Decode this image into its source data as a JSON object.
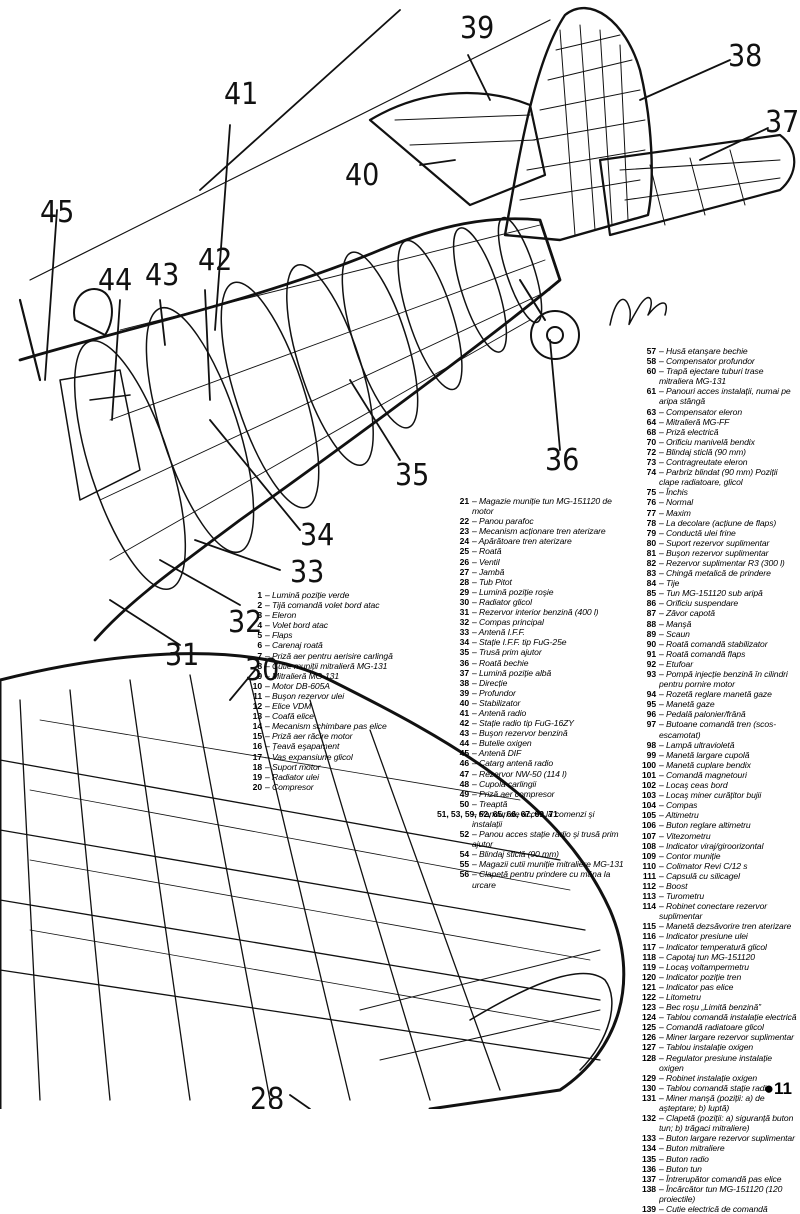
{
  "callouts": [
    {
      "id": "28",
      "text": "28"
    },
    {
      "id": "30",
      "text": "30"
    },
    {
      "id": "31",
      "text": "31"
    },
    {
      "id": "32",
      "text": "32"
    },
    {
      "id": "33",
      "text": "33"
    },
    {
      "id": "34",
      "text": "34"
    },
    {
      "id": "35",
      "text": "35"
    },
    {
      "id": "36",
      "text": "36"
    },
    {
      "id": "37",
      "text": "37"
    },
    {
      "id": "38",
      "text": "38"
    },
    {
      "id": "39",
      "text": "39"
    },
    {
      "id": "40",
      "text": "40"
    },
    {
      "id": "41",
      "text": "41"
    },
    {
      "id": "42",
      "text": "42"
    },
    {
      "id": "43",
      "text": "43"
    },
    {
      "id": "44",
      "text": "44"
    },
    {
      "id": "45",
      "text": "45"
    }
  ],
  "legend": {
    "col1": [
      {
        "n": "1",
        "t": "Lumină poziție verde"
      },
      {
        "n": "2",
        "t": "Tijă comandă volet bord atac"
      },
      {
        "n": "3",
        "t": "Eleron"
      },
      {
        "n": "4",
        "t": "Volet bord atac"
      },
      {
        "n": "5",
        "t": "Flaps"
      },
      {
        "n": "6",
        "t": "Carenaj roată"
      },
      {
        "n": "7",
        "t": "Priză aer pentru aerisire carlingă"
      },
      {
        "n": "8",
        "t": "Cutie muniții mitralieră MG-131"
      },
      {
        "n": "9",
        "t": "Mitralieră MG-131"
      },
      {
        "n": "10",
        "t": "Motor DB-605A"
      },
      {
        "n": "11",
        "t": "Buşon rezervor ulei"
      },
      {
        "n": "12",
        "t": "Elice VDM"
      },
      {
        "n": "13",
        "t": "Coafă elice"
      },
      {
        "n": "14",
        "t": "Mecanism schimbare pas elice"
      },
      {
        "n": "15",
        "t": "Priză aer răcire motor"
      },
      {
        "n": "16",
        "t": "Țeavă eşapament"
      },
      {
        "n": "17",
        "t": "Vas expansiune glicol"
      },
      {
        "n": "18",
        "t": "Suport motor"
      },
      {
        "n": "19",
        "t": "Radiator ulei"
      },
      {
        "n": "20",
        "t": "Compresor"
      }
    ],
    "col2": [
      {
        "n": "21",
        "t": "Magazie muniție tun MG-151120 de motor"
      },
      {
        "n": "22",
        "t": "Panou parafoc"
      },
      {
        "n": "23",
        "t": "Mecanism acționare tren aterizare"
      },
      {
        "n": "24",
        "t": "Apărătoare tren aterizare"
      },
      {
        "n": "25",
        "t": "Roată"
      },
      {
        "n": "26",
        "t": "Ventil"
      },
      {
        "n": "27",
        "t": "Jambă"
      },
      {
        "n": "28",
        "t": "Tub Pitot"
      },
      {
        "n": "29",
        "t": "Lumină poziție roşie"
      },
      {
        "n": "30",
        "t": "Radiator glicol"
      },
      {
        "n": "31",
        "t": "Rezervor interior benzină (400 l)"
      },
      {
        "n": "32",
        "t": "Compas principal"
      },
      {
        "n": "33",
        "t": "Antenă I.F.F."
      },
      {
        "n": "34",
        "t": "Stație I.F.F. tip FuG-25e"
      },
      {
        "n": "35",
        "t": "Trusă prim ajutor"
      },
      {
        "n": "36",
        "t": "Roată bechie"
      },
      {
        "n": "37",
        "t": "Lumină poziție albă"
      },
      {
        "n": "38",
        "t": "Direcție"
      },
      {
        "n": "39",
        "t": "Profundor"
      },
      {
        "n": "40",
        "t": "Stabilizator"
      },
      {
        "n": "41",
        "t": "Antenă radio"
      },
      {
        "n": "42",
        "t": "Stație radio tip FuG-16ZY"
      },
      {
        "n": "43",
        "t": "Buşon rezervor benzină"
      },
      {
        "n": "44",
        "t": "Butelie oxigen"
      },
      {
        "n": "45",
        "t": "Antenă DIF"
      },
      {
        "n": "46",
        "t": "Catarg antenă radio"
      },
      {
        "n": "47",
        "t": "Rezervor NW-50 (114 l)"
      },
      {
        "n": "48",
        "t": "Cupola carlingii"
      },
      {
        "n": "49",
        "t": "Priză aer compresor"
      },
      {
        "n": "50",
        "t": "Treaptă"
      },
      {
        "n": "51, 53, 59, 62, 65, 66, 67, 69, 71",
        "t": "Panouri de acces la comenzi şi instalații"
      },
      {
        "n": "52",
        "t": "Panou acces stație radio şi trusă prim ajutor"
      },
      {
        "n": "54",
        "t": "Blindaj sticlă (90 mm)"
      },
      {
        "n": "55",
        "t": "Magazii cutii muniție mitraliere MG-131"
      },
      {
        "n": "56",
        "t": "Clapetă pentru prindere cu mâna la urcare"
      }
    ],
    "col3": [
      {
        "n": "57",
        "t": "Husă etanşare bechie"
      },
      {
        "n": "58",
        "t": "Compensator profundor"
      },
      {
        "n": "60",
        "t": "Trapă ejectare tuburi trase mitraliera MG-131"
      },
      {
        "n": "61",
        "t": "Panouri acces instalații, numai pe aripa stângă"
      },
      {
        "n": "63",
        "t": "Compensator eleron"
      },
      {
        "n": "64",
        "t": "Mitralieră MG-FF"
      },
      {
        "n": "68",
        "t": "Priză electrică"
      },
      {
        "n": "70",
        "t": "Orificiu manivelă bendix"
      },
      {
        "n": "72",
        "t": "Blindaj sticlă (90 mm)"
      },
      {
        "n": "73",
        "t": "Contragreutate eleron"
      },
      {
        "n": "74",
        "t": "Parbriz blindat (90 mm) Poziții clape radiatoare, glicol"
      },
      {
        "n": "75",
        "t": "Închis"
      },
      {
        "n": "76",
        "t": "Normal"
      },
      {
        "n": "77",
        "t": "Maxim"
      },
      {
        "n": "78",
        "t": "La decolare (acțiune de flaps)"
      },
      {
        "n": "79",
        "t": "Conductă ulei frine"
      },
      {
        "n": "80",
        "t": "Suport rezervor suplimentar"
      },
      {
        "n": "81",
        "t": "Buşon rezervor suplimentar"
      },
      {
        "n": "82",
        "t": "Rezervor suplimentar R3 (300 l)"
      },
      {
        "n": "83",
        "t": "Chingă metalică de prindere"
      },
      {
        "n": "84",
        "t": "Tije"
      },
      {
        "n": "85",
        "t": "Tun MG-151120 sub aripă"
      },
      {
        "n": "86",
        "t": "Orificiu suspendare"
      },
      {
        "n": "87",
        "t": "Zăvor capotă"
      },
      {
        "n": "88",
        "t": "Manşă"
      },
      {
        "n": "89",
        "t": "Scaun"
      },
      {
        "n": "90",
        "t": "Roată comandă stabilizator"
      },
      {
        "n": "91",
        "t": "Roată comandă flaps"
      },
      {
        "n": "92",
        "t": "Etufoar"
      },
      {
        "n": "93",
        "t": "Pompă injecție benzină în cilindri pentru pornire motor"
      },
      {
        "n": "94",
        "t": "Rozetă reglare manetă gaze"
      },
      {
        "n": "95",
        "t": "Manetă gaze"
      },
      {
        "n": "96",
        "t": "Pedală palonier/frână"
      },
      {
        "n": "97",
        "t": "Butoane comandă tren (scos-escamotat)"
      },
      {
        "n": "98",
        "t": "Lampă ultravioletă"
      },
      {
        "n": "99",
        "t": "Manetă largare cupolă"
      },
      {
        "n": "100",
        "t": "Manetă cuplare bendix"
      },
      {
        "n": "101",
        "t": "Comandă magnetouri"
      },
      {
        "n": "102",
        "t": "Locaş ceas bord"
      },
      {
        "n": "103",
        "t": "Locaş miner curățitor bujii"
      },
      {
        "n": "104",
        "t": "Compas"
      },
      {
        "n": "105",
        "t": "Altimetru"
      },
      {
        "n": "106",
        "t": "Buton reglare altimetru"
      },
      {
        "n": "107",
        "t": "Vitezometru"
      },
      {
        "n": "108",
        "t": "Indicator viraj/giroorizontal"
      },
      {
        "n": "109",
        "t": "Contor muniție"
      },
      {
        "n": "110",
        "t": "Colimator Revi C/12 s"
      },
      {
        "n": "111",
        "t": "Capsulă cu silicagel"
      },
      {
        "n": "112",
        "t": "Boost"
      },
      {
        "n": "113",
        "t": "Turometru"
      },
      {
        "n": "114",
        "t": "Robinet conectare rezervor suplimentar"
      },
      {
        "n": "115",
        "t": "Manetă dezsăvorire tren aterizare"
      },
      {
        "n": "116",
        "t": "Indicator presiune ulei"
      },
      {
        "n": "117",
        "t": "Indicator temperatură glicol"
      },
      {
        "n": "118",
        "t": "Capotaj tun MG-151120"
      },
      {
        "n": "119",
        "t": "Locaş voltampermetru"
      },
      {
        "n": "120",
        "t": "Indicator poziție tren"
      },
      {
        "n": "121",
        "t": "Indicator pas elice"
      },
      {
        "n": "122",
        "t": "Litometru"
      },
      {
        "n": "123",
        "t": "Bec roşu „Limită benzină”"
      },
      {
        "n": "124",
        "t": "Tablou comandă instalație electrică"
      },
      {
        "n": "125",
        "t": "Comandă radiatoare glicol"
      },
      {
        "n": "126",
        "t": "Miner largare rezervor suplimentar"
      },
      {
        "n": "127",
        "t": "Tablou instalație oxigen"
      },
      {
        "n": "128",
        "t": "Regulator presiune instalație oxigen"
      },
      {
        "n": "129",
        "t": "Robinet instalație oxigen"
      },
      {
        "n": "130",
        "t": "Tablou comandă stație radio"
      },
      {
        "n": "131",
        "t": "Miner manşă (poziții: a) de aşteptare; b) luptă)"
      },
      {
        "n": "132",
        "t": "Clapetă (poziții: a) siguranță buton tun; b) trăgaci mitraliere)"
      },
      {
        "n": "133",
        "t": "Buton largare rezervor suplimentar"
      },
      {
        "n": "134",
        "t": "Buton mitraliere"
      },
      {
        "n": "135",
        "t": "Buton radio"
      },
      {
        "n": "136",
        "t": "Buton tun"
      },
      {
        "n": "137",
        "t": "Întrerupător comandă pas elice"
      },
      {
        "n": "138",
        "t": "Încărcător tun MG-151120 (120 proiectile)"
      },
      {
        "n": "139",
        "t": "Cutie electrică de comandă"
      }
    ]
  },
  "page_number": "11"
}
